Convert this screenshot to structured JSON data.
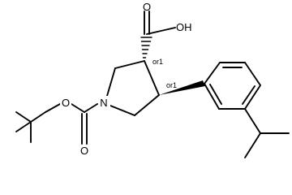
{
  "molecule": {
    "atom_labels": {
      "boc_ester_oxygen": "O",
      "boc_carbonyl_oxygen": "O",
      "ring_nitrogen": "N",
      "acid_carbonyl_oxygen": "O",
      "acid_hydroxyl": "OH"
    },
    "stereo_labels": {
      "c3": "or1",
      "c4": "or1"
    },
    "colors": {
      "bond": "#000000",
      "text": "#000000",
      "background": "#ffffff"
    }
  }
}
